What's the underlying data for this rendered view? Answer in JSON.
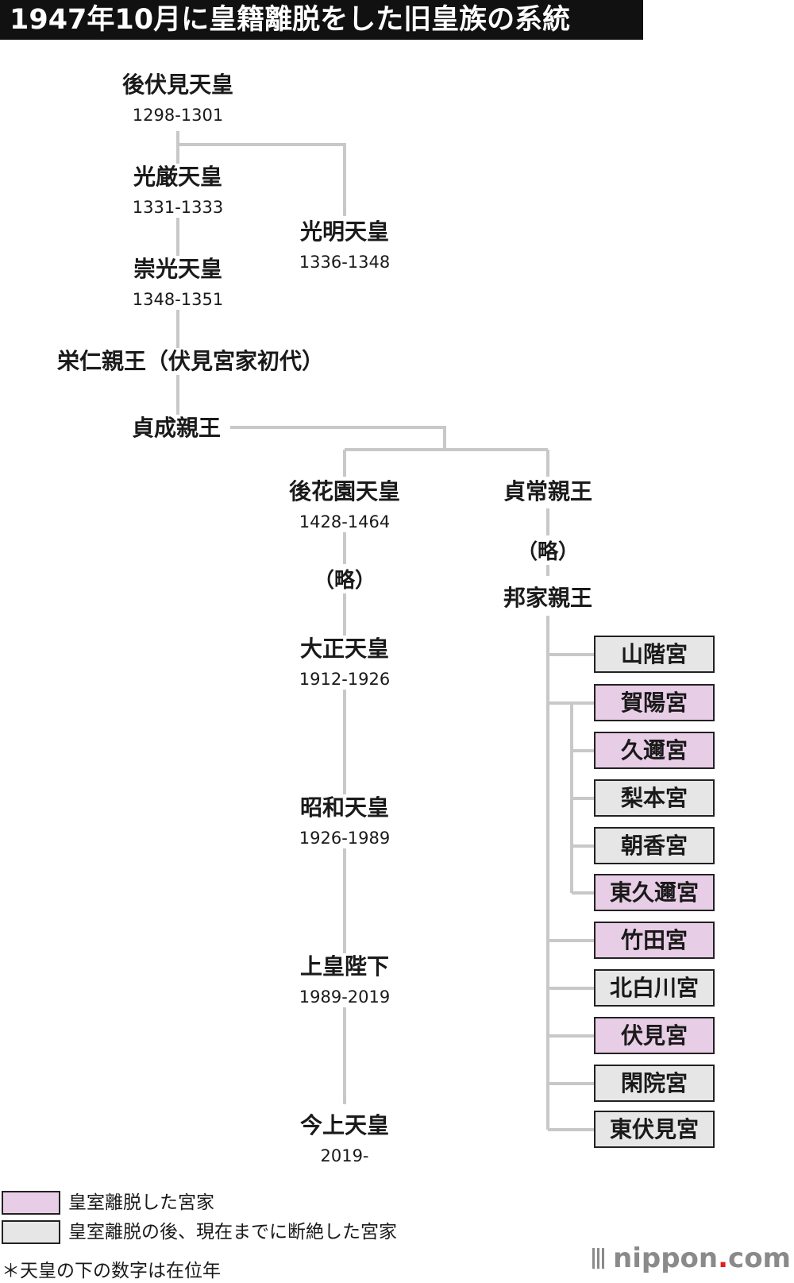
{
  "title": "1947年10月に皇籍離脱をした旧皇族の系統",
  "colors": {
    "removed_house": "#e8cde6",
    "extinct_house": "#e6e6e6",
    "line": "#c8c8c8",
    "logo_dot": "#e0201b"
  },
  "nodes": {
    "gofushimi": {
      "name": "後伏見天皇",
      "years": "1298-1301"
    },
    "kogon": {
      "name": "光厳天皇",
      "years": "1331-1333"
    },
    "komyo": {
      "name": "光明天皇",
      "years": "1336-1348"
    },
    "suko": {
      "name": "崇光天皇",
      "years": "1348-1351"
    },
    "eijin": {
      "name": "栄仁親王（伏見宮家初代）"
    },
    "sadafusa": {
      "name": "貞成親王"
    },
    "gohanazono": {
      "name": "後花園天皇",
      "years": "1428-1464"
    },
    "sadatsune": {
      "name": "貞常親王"
    },
    "omitted_left": "（略）",
    "omitted_right": "（略）",
    "kuniie": {
      "name": "邦家親王"
    },
    "taisho": {
      "name": "大正天皇",
      "years": "1912-1926"
    },
    "showa": {
      "name": "昭和天皇",
      "years": "1926-1989"
    },
    "joko": {
      "name": "上皇陛下",
      "years": "1989-2019"
    },
    "kinjo": {
      "name": "今上天皇",
      "years": "2019-"
    }
  },
  "houses": [
    {
      "name": "山階宮",
      "status": "extinct"
    },
    {
      "name": "賀陽宮",
      "status": "removed"
    },
    {
      "name": "久邇宮",
      "status": "removed"
    },
    {
      "name": "梨本宮",
      "status": "extinct"
    },
    {
      "name": "朝香宮",
      "status": "extinct"
    },
    {
      "name": "東久邇宮",
      "status": "removed"
    },
    {
      "name": "竹田宮",
      "status": "removed"
    },
    {
      "name": "北白川宮",
      "status": "extinct"
    },
    {
      "name": "伏見宮",
      "status": "removed"
    },
    {
      "name": "閑院宮",
      "status": "extinct"
    },
    {
      "name": "東伏見宮",
      "status": "extinct"
    }
  ],
  "legend": {
    "removed": "皇室離脱した宮家",
    "extinct": "皇室離脱の後、現在までに断絶した宮家"
  },
  "note": "＊天皇の下の数字は在位年",
  "logo": {
    "brand": "nippon",
    "dot": ".",
    "tld": "com"
  }
}
